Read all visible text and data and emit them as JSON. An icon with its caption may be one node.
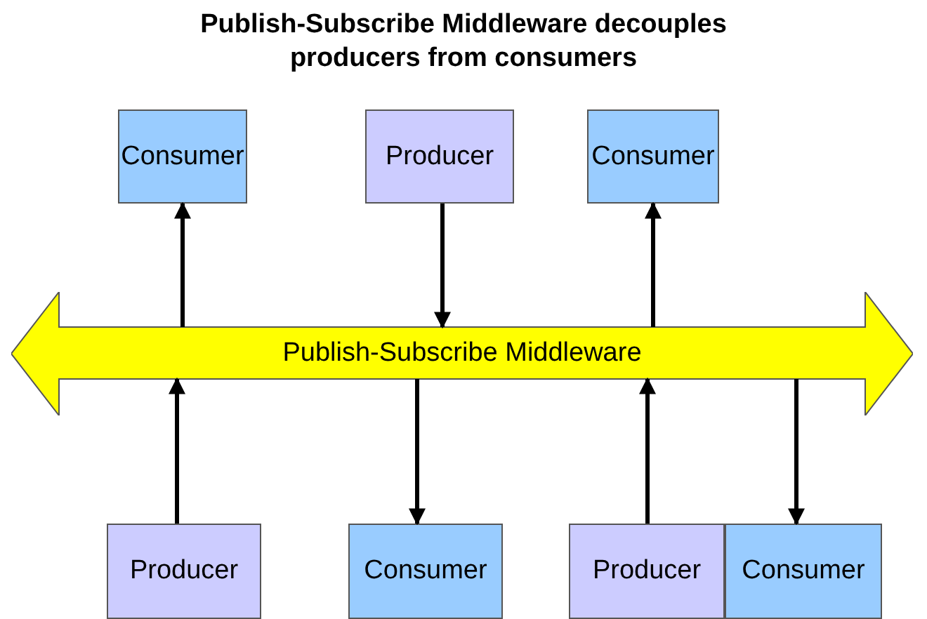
{
  "diagram": {
    "title": "Publish-Subscribe Middleware decouples producers from consumers",
    "nodes": [
      {
        "text": [
          "Consumer"
        ]
      },
      {
        "text": [
          "Producer"
        ]
      },
      {
        "text": [
          "Consumer"
        ]
      },
      {
        "text": [
          "Publish-Subscribe Middleware"
        ]
      },
      {
        "text": [
          "Producer"
        ]
      },
      {
        "text": [
          "Consumer"
        ]
      },
      {
        "text": [
          "Producer"
        ]
      },
      {
        "text": [
          "Consumer"
        ]
      }
    ],
    "edges": [
      {
        "from": 3,
        "to": 0,
        "arrow": "to"
      },
      {
        "from": 1,
        "to": 3,
        "arrow": "to"
      },
      {
        "from": 3,
        "to": 2,
        "arrow": "to"
      },
      {
        "from": 4,
        "to": 3,
        "arrow": "to"
      },
      {
        "from": 3,
        "to": 5,
        "arrow": "to"
      },
      {
        "from": 6,
        "to": 3,
        "arrow": "to"
      },
      {
        "from": 3,
        "to": 7,
        "arrow": "to"
      }
    ]
  }
}
